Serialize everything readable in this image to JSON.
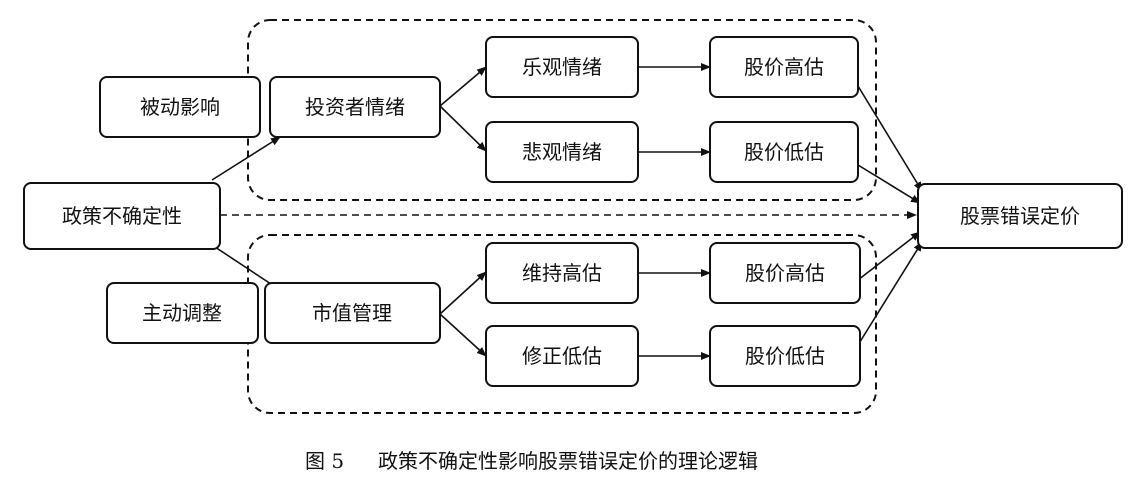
{
  "nodes": {
    "passive": "被动影响",
    "policy_uncertainty": "政策不确定性",
    "active": "主动调整",
    "investor_sentiment": "投资者情绪",
    "market_value_mgmt": "市值管理",
    "optimistic": "乐观情绪",
    "pessimistic": "悲观情绪",
    "maintain_high": "维持高估",
    "correct_low": "修正低估",
    "price_high_1": "股价高估",
    "price_low_1": "股价低估",
    "price_high_2": "股价高估",
    "price_low_2": "股价低估",
    "mispricing": "股票错误定价"
  },
  "caption": {
    "figure_no": "图 5",
    "title": "政策不确定性影响股票错误定价的理论逻辑"
  }
}
